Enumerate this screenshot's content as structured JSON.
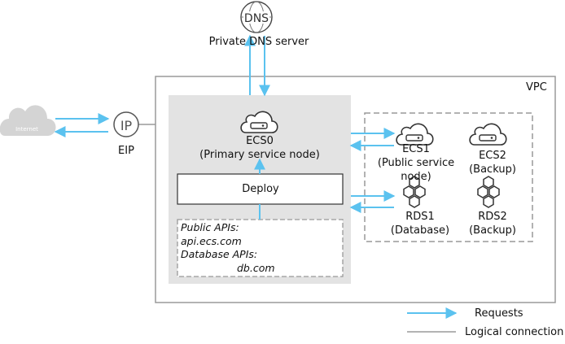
{
  "dns": {
    "icon_text": "DNS",
    "label": "Private DNS server"
  },
  "internet": {
    "icon_text": "Internet"
  },
  "eip": {
    "icon_text": "IP",
    "label": "EIP"
  },
  "vpc": {
    "label": "VPC"
  },
  "ecs0": {
    "name": "ECS0",
    "role": "(Primary service node)"
  },
  "deploy": {
    "label": "Deploy"
  },
  "apis": {
    "public_title": "Public APIs:",
    "public_value": "api.ecs.com",
    "db_title": "Database APIs:",
    "db_value": "db.com"
  },
  "ecs1": {
    "name": "ECS1",
    "role_line1": "(Public service",
    "role_line2": "node)"
  },
  "ecs2": {
    "name": "ECS2",
    "role": "(Backup)"
  },
  "rds1": {
    "name": "RDS1",
    "role": "(Database)"
  },
  "rds2": {
    "name": "RDS2",
    "role": "(Backup)"
  },
  "legend": {
    "requests": "Requests",
    "logical": "Logical connection"
  },
  "colors": {
    "request_arrow": "#5bc2ef",
    "logical_line": "#9a9a9a",
    "node_panel": "#e3e3e3",
    "cloud": "#d4d4d4"
  }
}
